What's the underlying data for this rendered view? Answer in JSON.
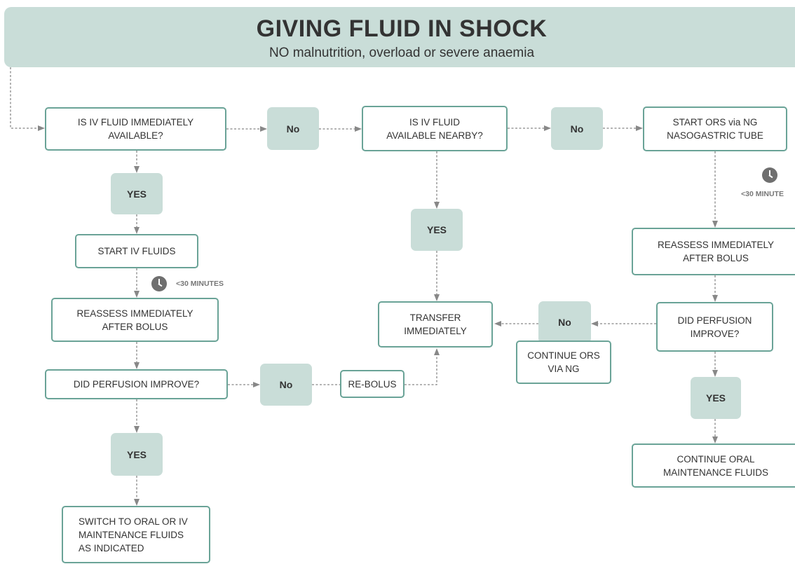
{
  "header": {
    "title": "GIVING FLUID IN SHOCK",
    "subtitle": "NO malnutrition, overload or severe anaemia"
  },
  "nodes": {
    "is_iv_immediately": "IS IV FLUID IMMEDIATELY\nAVAILABLE?",
    "no_1": "No",
    "is_iv_nearby": "IS IV FLUID\nAVAILABLE NEARBY?",
    "no_2": "No",
    "start_ors": "START ORS via NG\nNASOGASTRIC TUBE",
    "yes_1": "YES",
    "start_iv": "START IV FLUIDS",
    "timer_1": "<30 MINUTES",
    "reassess_1": "REASSESS IMMEDIATELY\nAFTER BOLUS",
    "did_perfusion_1": "DID PERFUSION IMPROVE?",
    "no_3": "No",
    "rebolus": "RE-BOLUS",
    "yes_2": "YES",
    "switch_oral": "SWITCH TO ORAL OR IV\nMAINTENANCE FLUIDS\nAS INDICATED",
    "yes_3": "YES",
    "transfer": "TRANSFER\nIMMEDIATELY",
    "no_4": "No",
    "continue_ors": "CONTINUE ORS\nVIA NG",
    "timer_2": "<30 MINUTE",
    "reassess_2": "REASSESS IMMEDIATELY\nAFTER BOLUS",
    "did_perfusion_2": "DID PERFUSION\nIMPROVE?",
    "yes_4": "YES",
    "continue_oral": "CONTINUE ORAL\nMAINTENANCE FLUIDS"
  },
  "colors": {
    "box_border": "#6aa397",
    "pill_fill": "#c9ddd8",
    "header_fill": "#c9ddd8",
    "connector": "#888888",
    "timer_icon": "#6f6f6f"
  }
}
